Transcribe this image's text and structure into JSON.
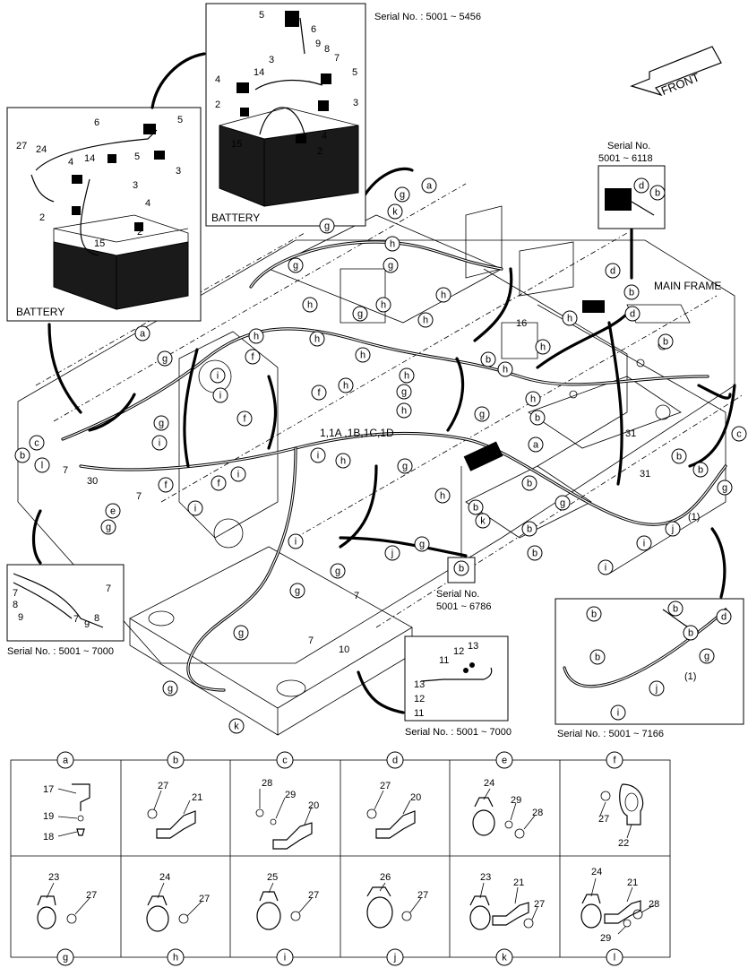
{
  "serials": {
    "top_battery": "Serial No. : 5001 ~ 5456",
    "right_top_line1": "Serial No.",
    "right_top_line2": "5001 ~ 6118",
    "center": "Serial No.",
    "center2": "5001 ~ 6786",
    "left_detail": "Serial No. : 5001 ~ 7000",
    "mid_detail": "Serial No. : 5001 ~ 7000",
    "right_detail": "Serial No. : 5001 ~ 7166"
  },
  "labels": {
    "battery_left": "BATTERY",
    "battery_top": "BATTERY",
    "front": "FRONT",
    "main_frame": "MAIN FRAME",
    "assembly": "1,1A ,1B,1C,1D",
    "paren1": "(1)"
  },
  "part_numbers": {
    "n1": "1",
    "n2": "2",
    "n3": "3",
    "n4": "4",
    "n5": "5",
    "n6": "6",
    "n7": "7",
    "n8": "8",
    "n9": "9",
    "n10": "10",
    "n11": "11",
    "n12": "12",
    "n13": "13",
    "n14": "14",
    "n15": "15",
    "n16": "16",
    "n17": "17",
    "n18": "18",
    "n19": "19",
    "n20": "20",
    "n21": "21",
    "n22": "22",
    "n23": "23",
    "n24": "24",
    "n25": "25",
    "n26": "26",
    "n27": "27",
    "n28": "28",
    "n29": "29",
    "n30": "30",
    "n31": "31"
  },
  "letters": {
    "a": "a",
    "b": "b",
    "c": "c",
    "d": "d",
    "e": "e",
    "f": "f",
    "g": "g",
    "h": "h",
    "i": "i",
    "j": "j",
    "k": "k",
    "l": "l"
  },
  "detail_table": {
    "top": [
      "a",
      "b",
      "c",
      "d",
      "e",
      "f"
    ],
    "bottom": [
      "g",
      "h",
      "i",
      "j",
      "k",
      "l"
    ]
  }
}
